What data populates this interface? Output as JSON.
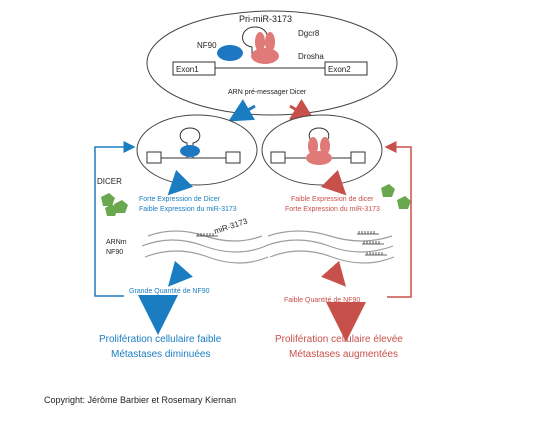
{
  "colors": {
    "blue": "#1a7dc2",
    "red": "#c8504a",
    "nf90": "#1d78c1",
    "drosha": "#e07a78",
    "dicer_green": "#6aa84f",
    "rna_gray": "#9e9e9e"
  },
  "top": {
    "pri_mirna": "Pri-miR-3173",
    "nf90": "NF90",
    "dgcr8": "Dgcr8",
    "drosha": "Drosha",
    "exon1": "Exon1",
    "exon2": "Exon2",
    "pre_mrna": "ARN pré-messager Dicer"
  },
  "left": {
    "dicer": "DICER",
    "line1": "Forte Expression de Dicer",
    "line2": "Faible Expression du miR-3173",
    "mirna": "miR-3173",
    "arnm": "ARNm",
    "nf90": "NF90",
    "quantity": "Grande Quantité de NF90",
    "outcome1": "Prolifération cellulaire faible",
    "outcome2": "Métastases diminuées"
  },
  "right": {
    "line1": "Faible Expression de dicer",
    "line2": "Forte Expression du miR-3173",
    "quantity": "Faible Quantité de NF90",
    "outcome1": "Prolifération cellulaire élevée",
    "outcome2": "Métastases augmentées"
  },
  "copyright": "Copyright: Jérôme Barbier et Rosemary Kiernan"
}
